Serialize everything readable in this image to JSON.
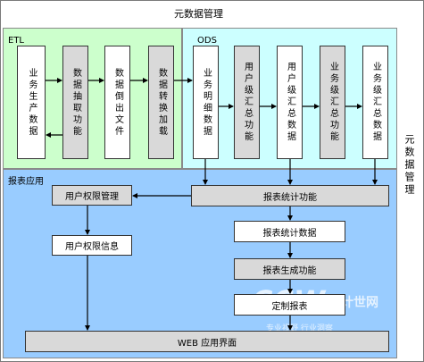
{
  "title": "元数据管理",
  "right_label": "元数据管理",
  "etl": {
    "label": "ETL",
    "boxes": [
      "业务生产数据",
      "数据抽取功能",
      "数据倒出文件",
      "数据转换加载"
    ]
  },
  "ods": {
    "label": "ODS",
    "boxes": [
      "业务明细数据",
      "用户级汇总功能",
      "用户级汇总数据",
      "业务级汇总功能",
      "业务级汇总数据"
    ]
  },
  "report": {
    "label": "报表应用",
    "user_rights_mgmt": "用户权限管理",
    "user_rights_info": "用户权限信息",
    "stats_function": "报表统计功能",
    "stats_data": "报表统计数据",
    "generate_function": "报表生成功能",
    "custom_report": "定制报表",
    "web_ui": "WEB 应用界面"
  },
  "watermark": {
    "main": "CCW",
    "sub": "计世网",
    "tagline": "专业视野  行业洞察"
  },
  "colors": {
    "etl_bg": "#ccffcc",
    "ods_bg": "#ccffff",
    "report_bg": "#99ccff",
    "gray_box": "#d9d9d9"
  }
}
